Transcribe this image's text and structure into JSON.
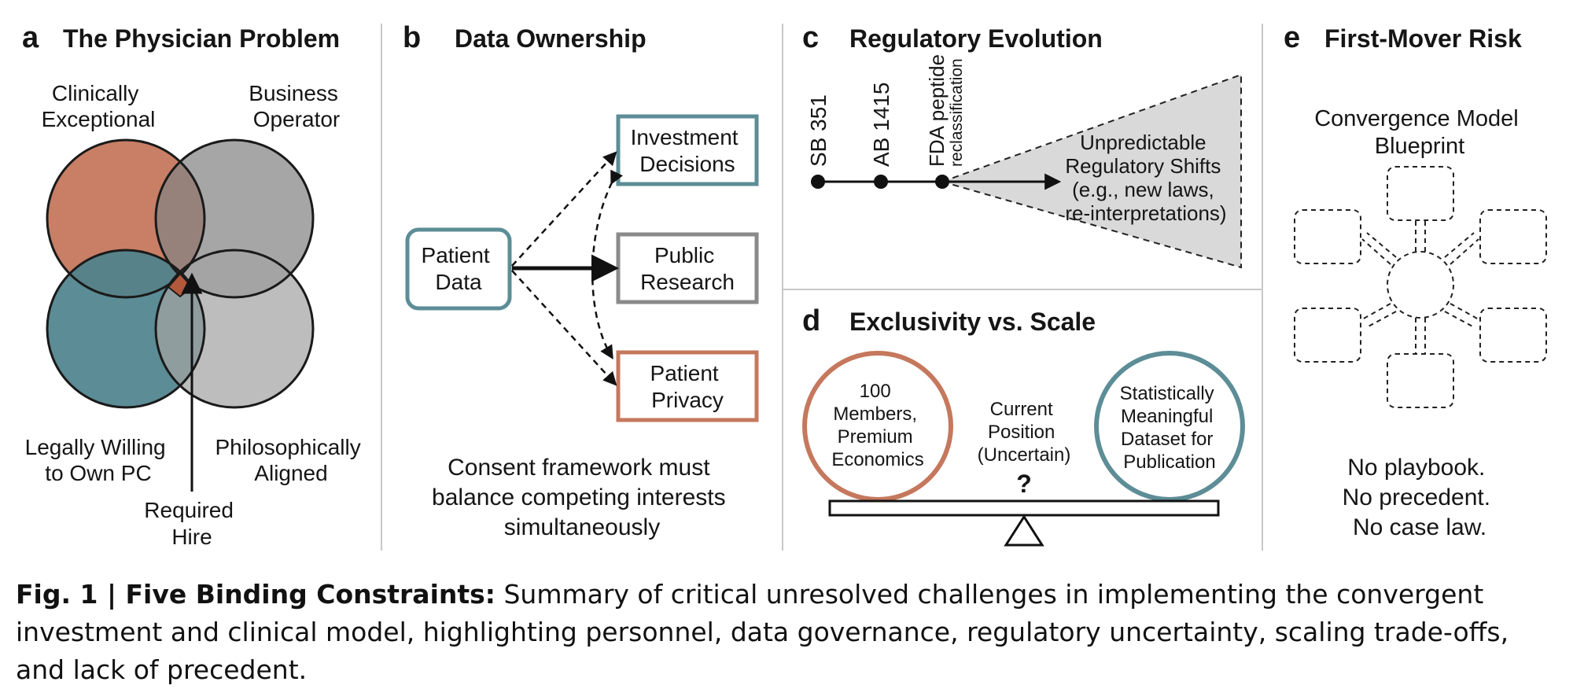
{
  "colors": {
    "orange": "#c5785d",
    "gray": "#838383",
    "teal": "#4e828c",
    "light_gray": "#ababab",
    "cone_fill": "#d9d9d9",
    "divider": "#c8c8c8"
  },
  "panel_a": {
    "letter": "a",
    "title": "The Physician Problem",
    "circles": [
      {
        "label_lines": [
          "Clinically",
          "Exceptional"
        ],
        "color": "orange"
      },
      {
        "label_lines": [
          "Business",
          "Operator"
        ],
        "color": "gray"
      },
      {
        "label_lines": [
          "Legally Willing",
          "to Own PC"
        ],
        "color": "teal"
      },
      {
        "label_lines": [
          "Philosophically",
          "Aligned"
        ],
        "color": "light_gray"
      }
    ],
    "arrow_label_lines": [
      "Required",
      "Hire"
    ]
  },
  "panel_b": {
    "letter": "b",
    "title": "Data Ownership",
    "source_lines": [
      "Patient",
      "Data"
    ],
    "targets": [
      {
        "lines": [
          "Investment",
          "Decisions"
        ]
      },
      {
        "lines": [
          "Public",
          "Research"
        ]
      },
      {
        "lines": [
          "Patient",
          "Privacy"
        ]
      }
    ],
    "note_lines": [
      "Consent framework must",
      "balance competing interests",
      "simultaneously"
    ]
  },
  "panel_c": {
    "letter": "c",
    "title": "Regulatory Evolution",
    "milestones": [
      {
        "label": "SB 351"
      },
      {
        "label": "AB 1415"
      },
      {
        "label": "FDA peptide",
        "sub": "reclassification"
      }
    ],
    "cone_lines": [
      "Unpredictable",
      "Regulatory Shifts",
      "(e.g., new laws,",
      "re-interpretations)"
    ]
  },
  "panel_d": {
    "letter": "d",
    "title": "Exclusivity vs. Scale",
    "left_lines": [
      "100",
      "Members,",
      "Premium",
      "Economics"
    ],
    "center_lines": [
      "Current",
      "Position",
      "(Uncertain)"
    ],
    "center_mark": "?",
    "right_lines": [
      "Statistically",
      "Meaningful",
      "Dataset for",
      "Publication"
    ]
  },
  "panel_e": {
    "letter": "e",
    "title": "First-Mover Risk",
    "blueprint_lines": [
      "Convergence Model",
      "Blueprint"
    ],
    "note_lines": [
      "No playbook.",
      "No precedent.",
      "No case law."
    ]
  },
  "caption": {
    "lead": "Fig. 1 | Five Binding Constraints:",
    "text": " Summary of critical unresolved challenges in implementing the convergent investment and clinical model, highlighting personnel, data governance, regulatory uncertainty, scaling trade-offs, and lack of precedent."
  }
}
